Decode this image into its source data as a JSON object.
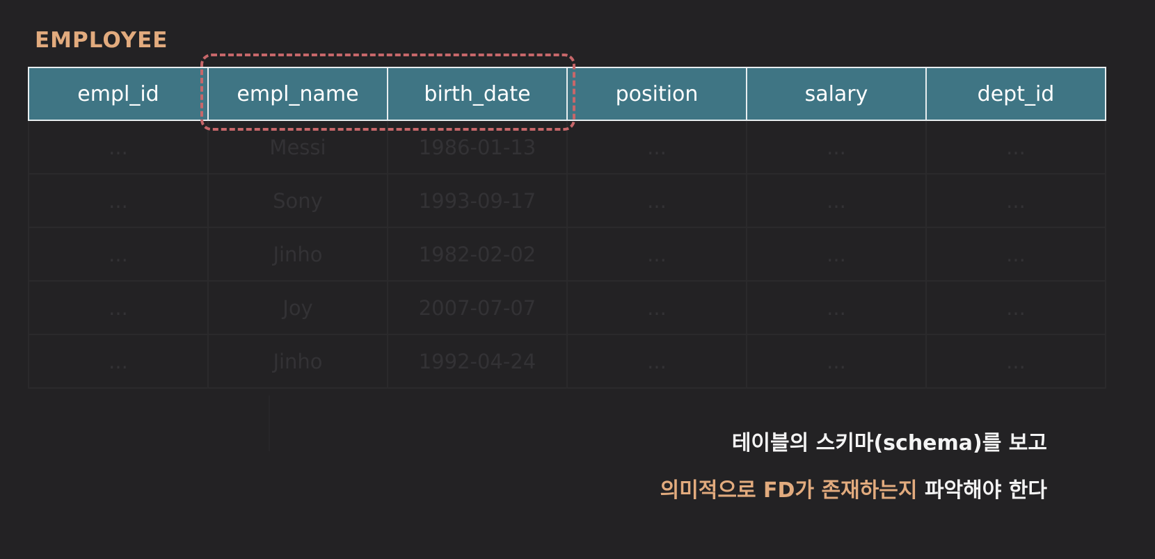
{
  "title": "EMPLOYEE",
  "columns": [
    "empl_id",
    "empl_name",
    "birth_date",
    "position",
    "salary",
    "dept_id"
  ],
  "highlighted_columns": [
    "empl_name",
    "birth_date"
  ],
  "rows": [
    [
      "...",
      "Messi",
      "1986-01-13",
      "...",
      "...",
      "..."
    ],
    [
      "...",
      "Sony",
      "1993-09-17",
      "...",
      "...",
      "..."
    ],
    [
      "...",
      "Jinho",
      "1982-02-02",
      "...",
      "...",
      "..."
    ],
    [
      "...",
      "Joy",
      "2007-07-07",
      "...",
      "...",
      "..."
    ],
    [
      "...",
      "Jinho",
      "1992-04-24",
      "...",
      "...",
      "..."
    ]
  ],
  "caption": {
    "line1": "테이블의 스키마(schema)를 보고",
    "line2_accent": "의미적으로 FD가 존재하는지",
    "line2_rest": "파악해야 한다"
  },
  "colors": {
    "background": "#232224",
    "header": "#3f7584",
    "accent": "#e2ab7e",
    "highlight": "#c7676a"
  }
}
